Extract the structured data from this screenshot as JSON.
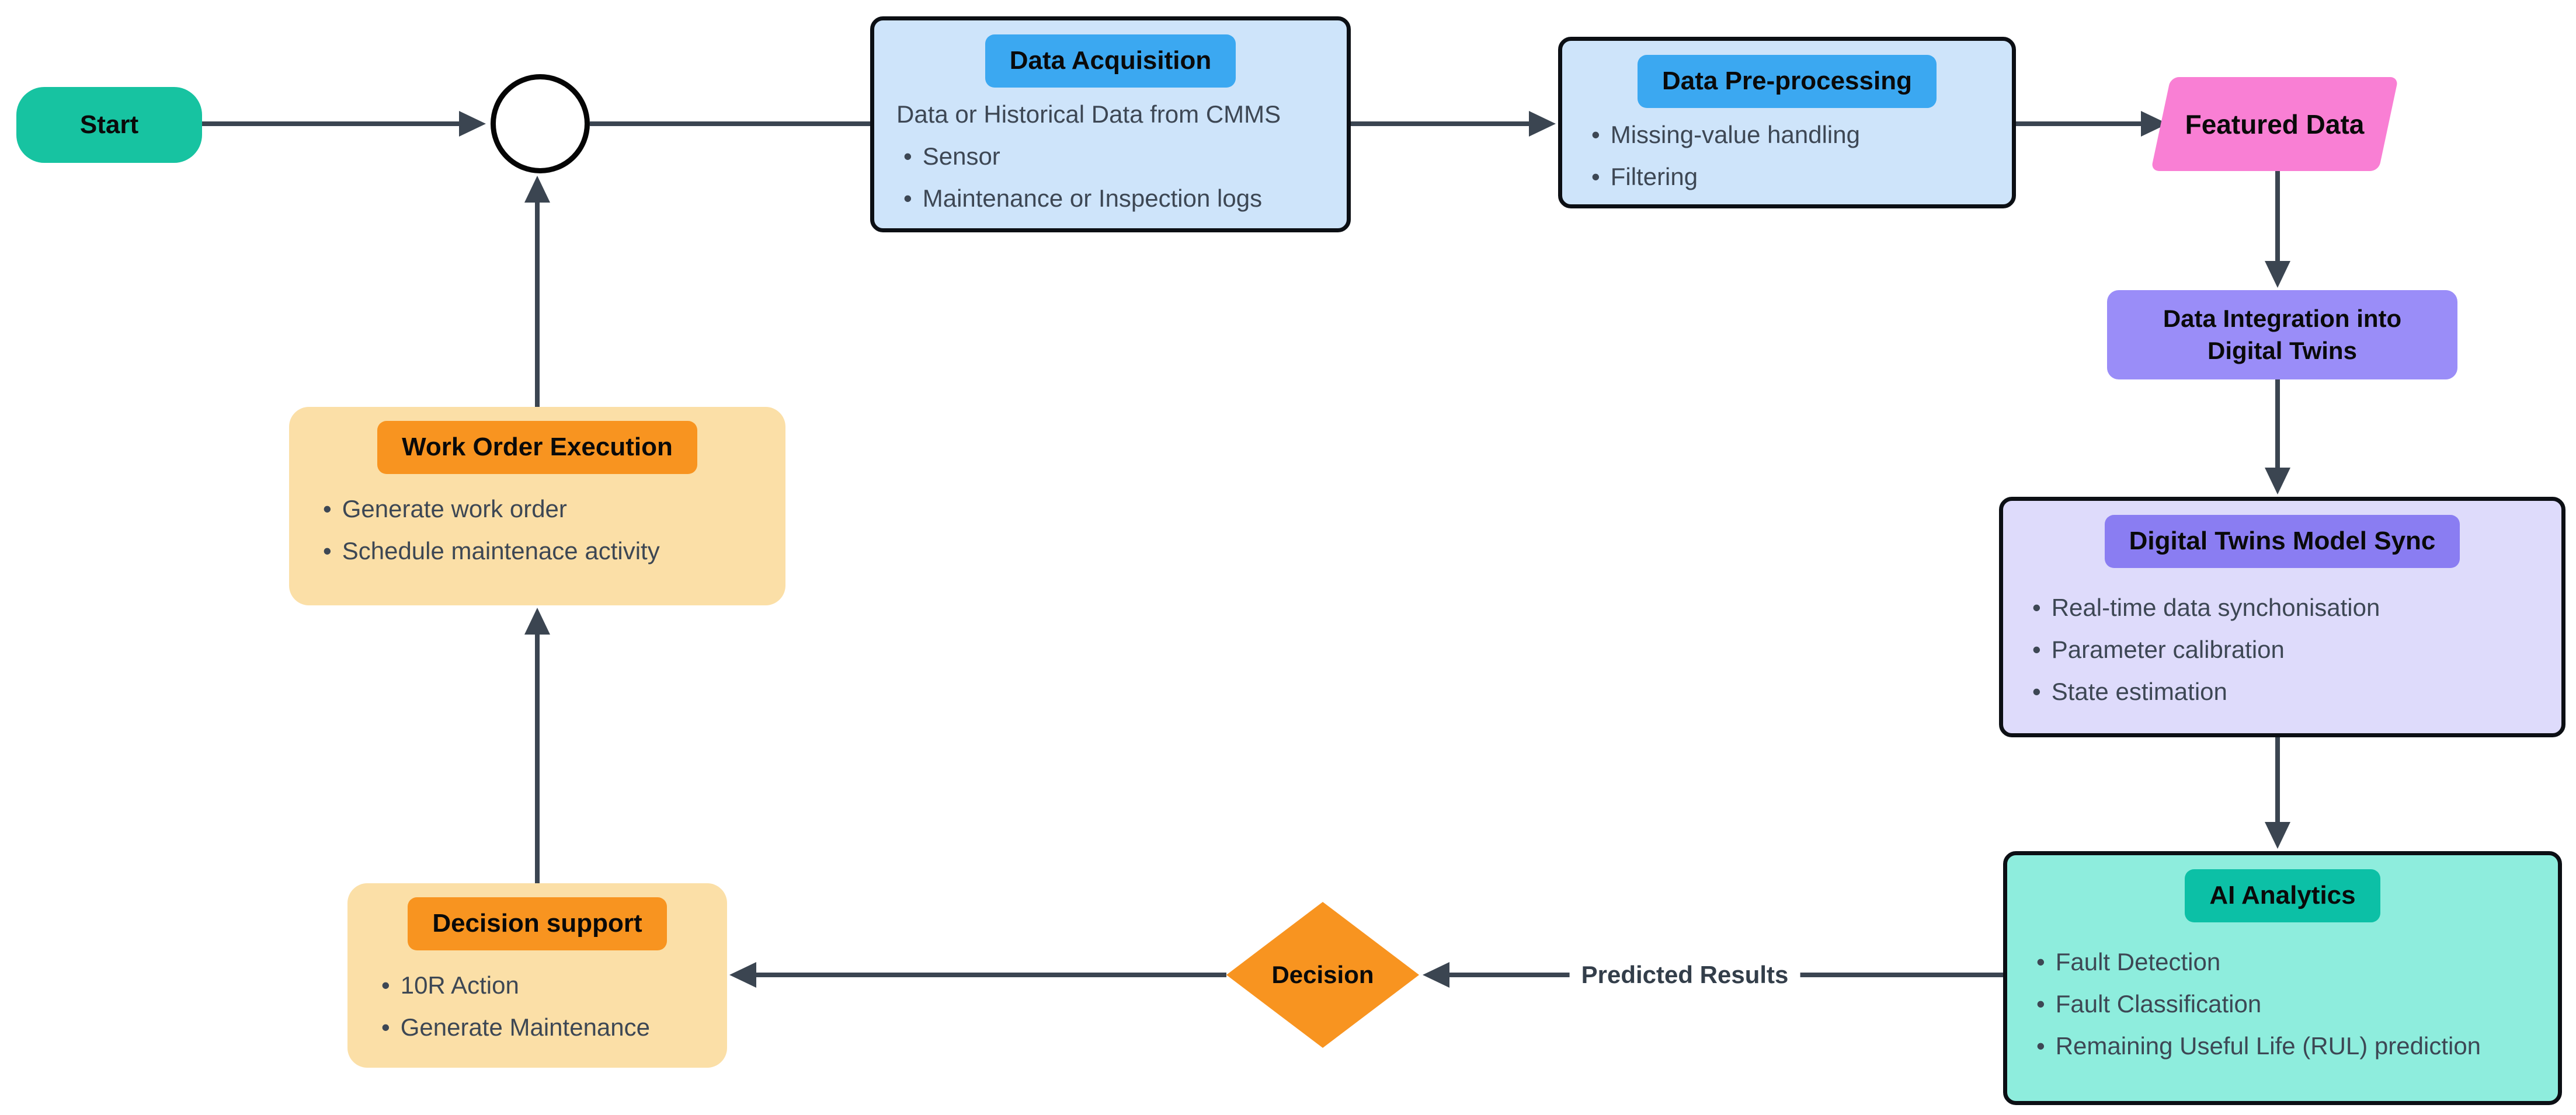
{
  "colors": {
    "start_teal": "#17C3A1",
    "blue_badge": "#3BA8F1",
    "blue_fill": "#CEE4FA",
    "pink": "#F97FD4",
    "purple_fill": "#9A8DF8",
    "lavender_fill": "#DEDBFB",
    "purple_badge": "#8A7DF2",
    "mint_fill": "#8EEDDD",
    "teal_badge": "#0CC0A6",
    "orange": "#F89420",
    "peach_fill": "#FBDFA7",
    "line": "#3B4551",
    "body_text": "#3D4754",
    "header_text": "#0A0A0A"
  },
  "nodes": {
    "start": {
      "label": "Start"
    },
    "data_acquisition": {
      "title": "Data Acquisition",
      "subtitle": "Data or Historical Data from CMMS",
      "bullets": [
        "Sensor",
        "Maintenance or Inspection logs"
      ]
    },
    "data_preprocessing": {
      "title": "Data Pre-processing",
      "bullets": [
        "Missing-value handling",
        "Filtering"
      ]
    },
    "featured_data": {
      "label": "Featured Data"
    },
    "data_integration": {
      "label": "Data Integration into Digital Twins"
    },
    "digital_twins_model_sync": {
      "title": "Digital Twins Model Sync",
      "bullets": [
        "Real-time data synchonisation",
        "Parameter calibration",
        "State estimation"
      ]
    },
    "ai_analytics": {
      "title": "AI Analytics",
      "bullets": [
        "Fault Detection",
        "Fault Classification",
        "Remaining Useful Life (RUL) prediction"
      ]
    },
    "decision": {
      "label": "Decision"
    },
    "decision_support": {
      "title": "Decision support",
      "bullets": [
        "10R Action",
        "Generate Maintenance"
      ]
    },
    "work_order_execution": {
      "title": "Work Order Execution",
      "bullets": [
        "Generate work order",
        "Schedule maintenace activity"
      ]
    }
  },
  "edges": {
    "predicted_results_label": "Predicted Results"
  }
}
